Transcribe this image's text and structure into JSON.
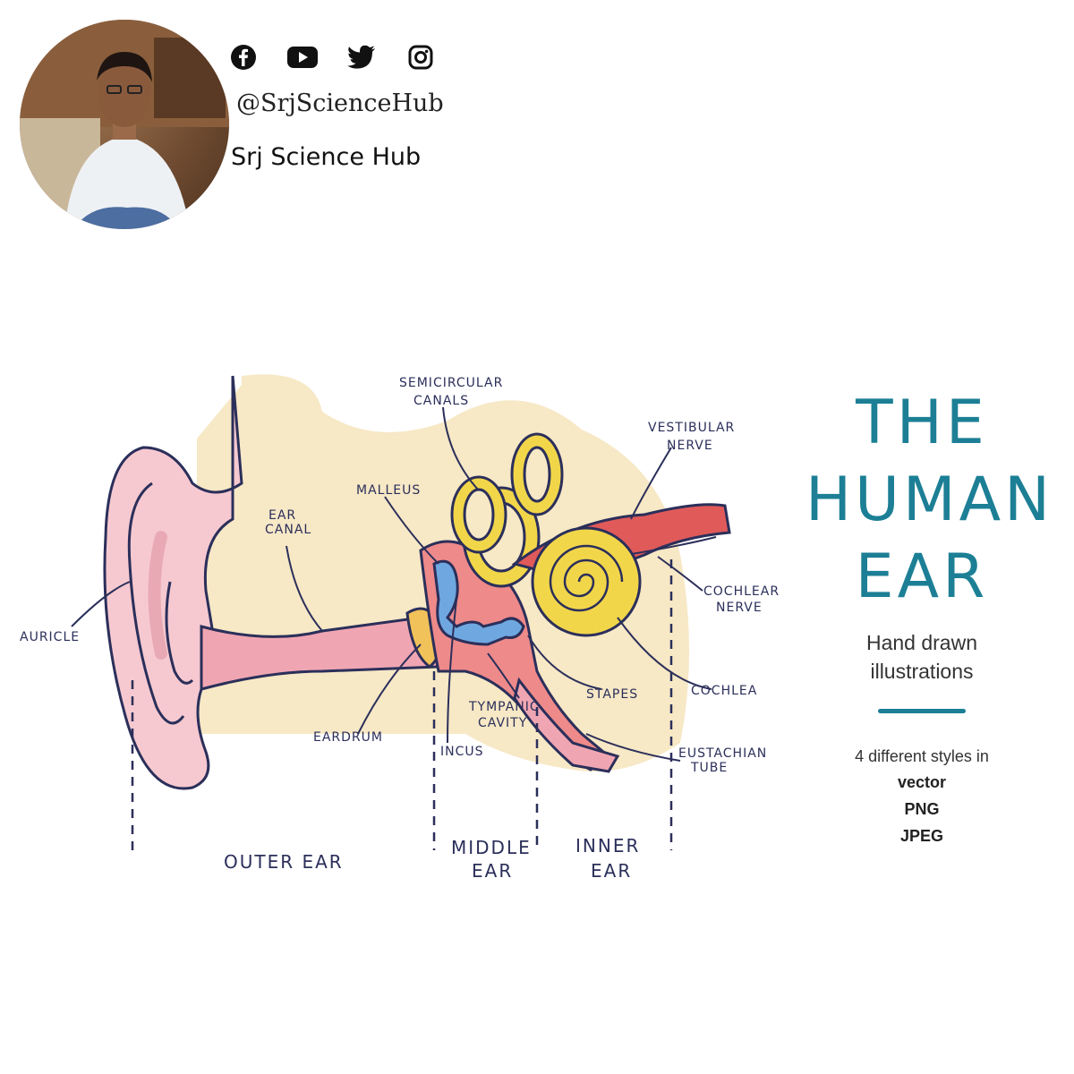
{
  "profile": {
    "handle": "@SrjScienceHub",
    "channel_name": "Srj Science Hub",
    "social_icons": [
      "facebook-icon",
      "youtube-icon",
      "twitter-icon",
      "instagram-icon"
    ]
  },
  "diagram": {
    "labels": {
      "semicircular_1": "SEMICIRCULAR",
      "semicircular_2": "CANALS",
      "vestibular_1": "VESTIBULAR",
      "vestibular_2": "NERVE",
      "malleus": "MALLEUS",
      "ear_canal_1": "EAR",
      "ear_canal_2": "CANAL",
      "cochlear_1": "COCHLEAR",
      "cochlear_2": "NERVE",
      "auricle": "AURICLE",
      "stapes": "STAPES",
      "cochlea": "COCHLEA",
      "tympanic_1": "TYMPANIC",
      "tympanic_2": "CAVITY",
      "eardrum": "EARDRUM",
      "incus": "INCUS",
      "eustachian_1": "EUSTACHIAN",
      "eustachian_2": "TUBE"
    },
    "regions": {
      "outer": "OUTER EAR",
      "middle_1": "MIDDLE",
      "middle_2": "EAR",
      "inner_1": "INNER",
      "inner_2": "EAR"
    },
    "colors": {
      "background": "#f7e8c6",
      "skin": "#f6c9d0",
      "canal": "#f0a6b2",
      "bone_blue": "#6fa8e0",
      "cochlea_yellow": "#f2d64a",
      "nerve_red": "#e05a5a",
      "outline": "#2b2f5a"
    }
  },
  "title": {
    "line1": "THE",
    "line2": "HUMAN",
    "line3": "EAR",
    "subtitle_1": "Hand drawn",
    "subtitle_2": "illustrations",
    "styles_intro": "4 different styles in",
    "formats": [
      "vector",
      "PNG",
      "JPEG"
    ],
    "accent_color": "#1c7f95"
  }
}
